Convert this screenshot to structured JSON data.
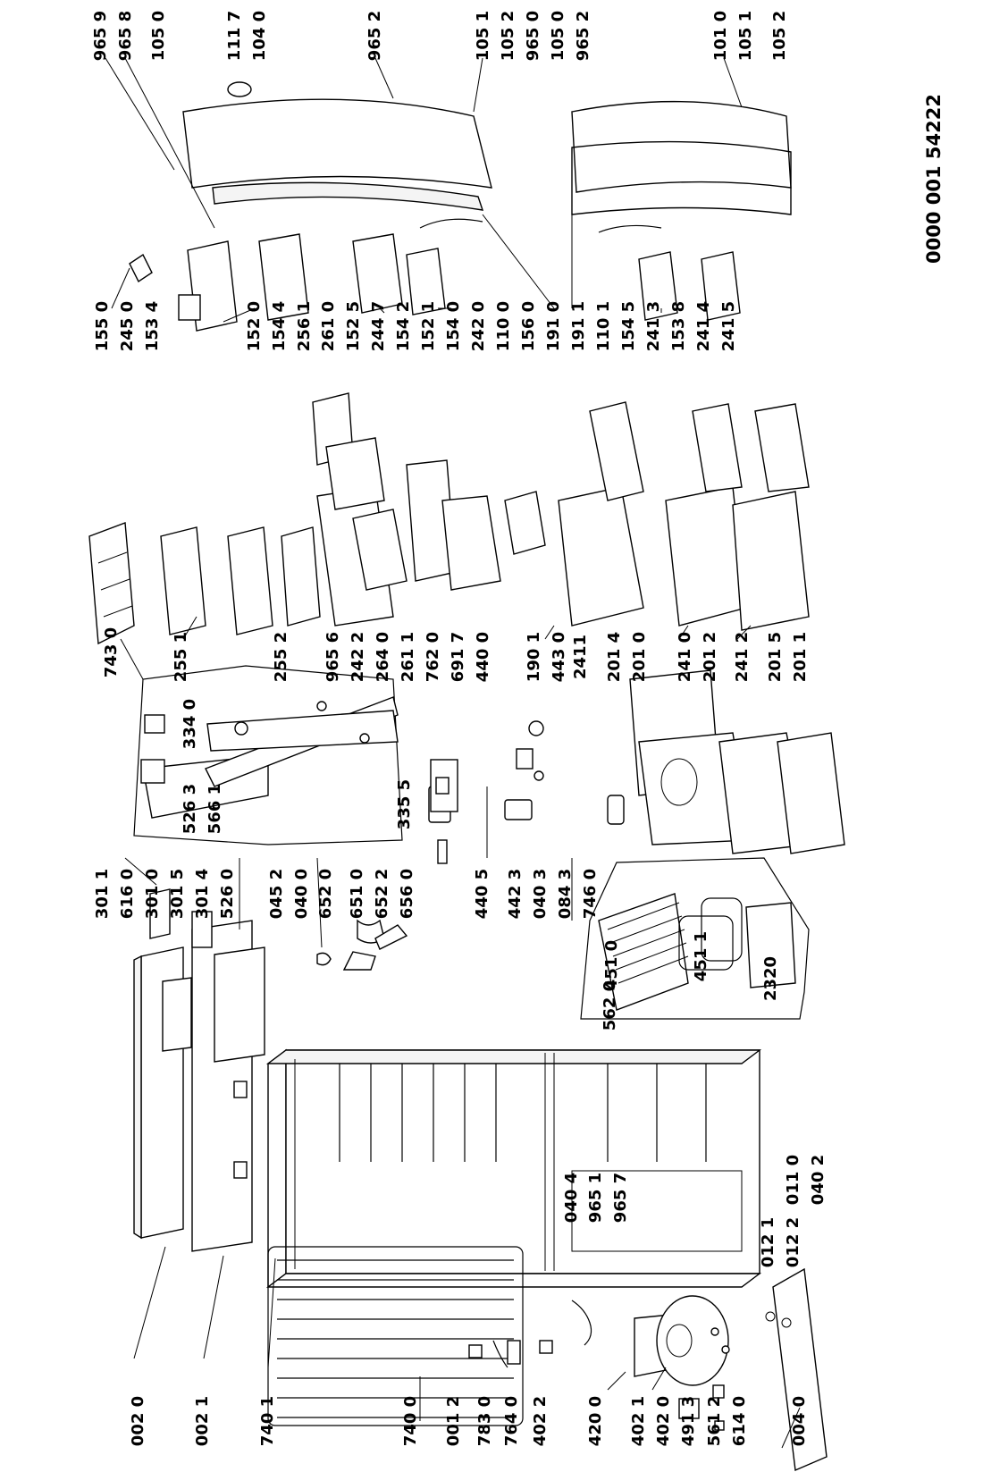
{
  "document_code": "0000 001 54222",
  "labels": {
    "L002_0": "002 0",
    "L002_1": "002 1",
    "L740_1": "740 1",
    "L740_0": "740 0",
    "L001_2": "001 2",
    "L783_0": "783 0",
    "L764_0": "764 0",
    "L402_2": "402 2",
    "L420_0": "420 0",
    "L402_1": "402 1",
    "L402_0": "402 0",
    "L491_3": "491 3",
    "L561_2": "561 2",
    "L614_0": "614 0",
    "L004_0": "004 0",
    "L301_1": "301 1",
    "L616_0": "616 0",
    "L301_0": "301 0",
    "L301_5": "301 5",
    "L301_4": "301 4",
    "L526_0": "526 0",
    "L045_2": "045 2",
    "L040_0": "040 0",
    "L652_0": "652 0",
    "L651_0": "651 0",
    "L652_2": "652 2",
    "L656_0": "656 0",
    "L440_5": "440 5",
    "L442_3": "442 3",
    "L040_3": "040 3",
    "L084_3": "084 3",
    "L746_0": "746 0",
    "L040_4": "040 4",
    "L965_1a": "965 1",
    "L965_7": "965 7",
    "L011_0": "011 0",
    "L040_2": "040 2",
    "L012_1": "012 1",
    "L012_2": "012 2",
    "L451_0": "451 0",
    "L451_1": "451 1",
    "L2320": "2320",
    "L562_0": "562 0",
    "L743_0": "743 0",
    "L334_0": "334 0",
    "L526_3": "526 3",
    "L566_1": "566 1",
    "L335_5": "335 5",
    "L762_0": "762 0",
    "L691_7": "691 7",
    "L440_0": "440 0",
    "L190_1": "190 1",
    "L443_0": "443 0",
    "L255_1": "255 1",
    "L255_2": "255 2",
    "L965_6": "965 6",
    "L242_2": "242 2",
    "L264_0": "264 0",
    "L261_1": "261 1",
    "L2411": "2411",
    "L201_4": "201 4",
    "L201_0": "201 0",
    "L241_0": "241 0",
    "L201_2": "201 2",
    "L241_2": "241 2",
    "L201_5": "201 5",
    "L201_1": "201 1",
    "L155_0": "155 0",
    "L245_0": "245 0",
    "L153_4": "153 4",
    "L152_0": "152 0",
    "L154_4": "154 4",
    "L256_1": "256 1",
    "L261_0": "261 0",
    "L152_5": "152 5",
    "L244_7": "244 7",
    "L154_2": "154 2",
    "L152_1": "152 1",
    "L154_0": "154 0",
    "L242_0": "242 0",
    "L110_0": "110 0",
    "L156_0": "156 0",
    "L191_0": "191 0",
    "L191_1": "191 1",
    "L110_1": "110 1",
    "L154_5": "154 5",
    "L241_3": "241 3",
    "L153_8": "153 8",
    "L241_4": "241 4",
    "L241_5": "241 5",
    "L965_9": "965 9",
    "L965_8": "965 8",
    "L105_0a": "105 0",
    "L111_7": "111 7",
    "L104_0": "104 0",
    "L965_2a": "965 2",
    "L105_1a": "105 1",
    "L105_2a": "105 2",
    "L965_0": "965 0",
    "L105_0b": "105 0",
    "L965_2b": "965 2",
    "L101_0": "101 0",
    "L105_1b": "105 1",
    "L105_2b": "105 2"
  }
}
